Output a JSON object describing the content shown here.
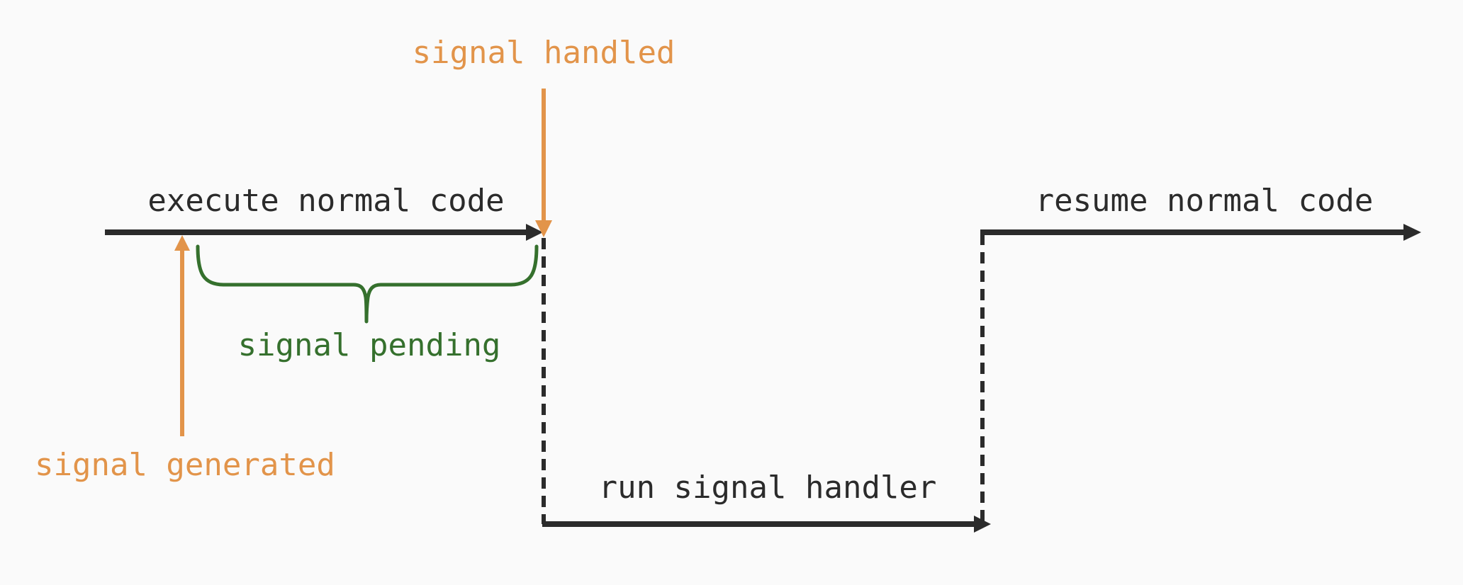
{
  "diagram": {
    "labels": {
      "signal_handled": "signal handled",
      "execute_normal_code": "execute normal code",
      "signal_pending": "signal pending",
      "signal_generated": "signal generated",
      "run_signal_handler": "run signal handler",
      "resume_normal_code": "resume normal code"
    },
    "colors": {
      "background": "#fafafa",
      "ink": "#2b2b2b",
      "orange": "#e2944a",
      "green": "#35702d"
    }
  }
}
